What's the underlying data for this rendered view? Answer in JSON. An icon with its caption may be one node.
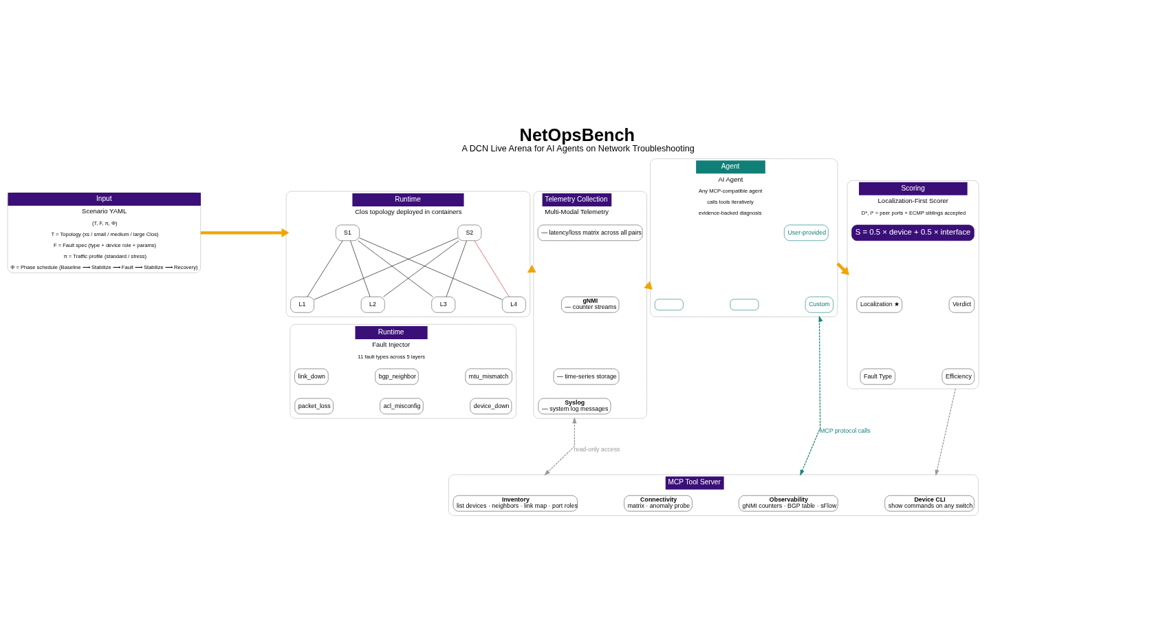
{
  "diagram": {
    "title": "NetOpsBench",
    "caption": "A DCN Live Arena for AI Agents on Network Troubleshooting",
    "nodes": [
      {
        "text": [
          "Input",
          "Scenario YAML",
          "(T, F, π, Φ)",
          "T = Topology (xs / small / medium / large Clos)",
          "F = Fault spec (type + device role + params)",
          "π = Traffic profile (standard / stress)",
          "Φ = Phase schedule (Baseline ⟶ Stabilize ⟶ Fault ⟶ Stabilize ⟶ Recovery)"
        ]
      },
      {
        "text": [
          "Runtime",
          "Clos topology deployed in containers"
        ]
      },
      {
        "text": [
          "S1"
        ],
        "in": 1
      },
      {
        "text": [
          "S2"
        ],
        "in": 1
      },
      {
        "text": [
          "L1"
        ],
        "in": 1
      },
      {
        "text": [
          "L2"
        ],
        "in": 1
      },
      {
        "text": [
          "L3"
        ],
        "in": 1
      },
      {
        "text": [
          "L4"
        ],
        "in": 1
      },
      {
        "text": [
          "Runtime",
          "Fault Injector",
          "11 fault types across 5 layers"
        ]
      },
      {
        "text": [
          "link_down"
        ],
        "in": 8
      },
      {
        "text": [
          "bgp_neighbor"
        ],
        "in": 8
      },
      {
        "text": [
          "mtu_mismatch"
        ],
        "in": 8
      },
      {
        "text": [
          "packet_loss"
        ],
        "in": 8
      },
      {
        "text": [
          "acl_misconfig"
        ],
        "in": 8
      },
      {
        "text": [
          "device_down"
        ],
        "in": 8
      },
      {
        "text": [
          "Telemetry Collection",
          "Multi-Modal Telemetry"
        ]
      },
      {
        "text": [
          "— latency/loss matrix across all pairs"
        ],
        "in": 15
      },
      {
        "text": [
          "gNMI",
          "— counter streams"
        ],
        "in": 15
      },
      {
        "text": [
          "— time-series storage"
        ],
        "in": 15
      },
      {
        "text": [
          "Syslog",
          "— system log messages"
        ],
        "in": 15
      },
      {
        "text": [
          "Agent",
          "AI Agent",
          "Any MCP-compatible agent",
          "calls tools iteratively",
          "evidence-backed diagnosis"
        ]
      },
      {
        "text": [
          "User-provided"
        ],
        "in": 20
      },
      {
        "text": [],
        "shape": "box",
        "in": 20
      },
      {
        "text": [],
        "shape": "box",
        "in": 20
      },
      {
        "text": [
          "Custom"
        ],
        "in": 20
      },
      {
        "text": [
          "Scoring",
          "Localization-First Scorer",
          "D*, I* = peer ports + ECMP siblings accepted"
        ]
      },
      {
        "text": [
          "S = 0.5 × device + 0.5 × interface"
        ],
        "in": 25
      },
      {
        "text": [
          "Localization ★"
        ],
        "in": 25
      },
      {
        "text": [
          "Verdict"
        ],
        "in": 25
      },
      {
        "text": [
          "Fault Type"
        ],
        "in": 25
      },
      {
        "text": [
          "Efficiency"
        ],
        "in": 25
      },
      {
        "text": [
          "MCP Tool Server"
        ]
      },
      {
        "text": [
          "Inventory",
          "list devices · neighbors · link map · port roles"
        ],
        "in": 31
      },
      {
        "text": [
          "Connectivity",
          "matrix · anomaly probe"
        ],
        "in": 31
      },
      {
        "text": [
          "Observability",
          "gNMI counters · BGP table · sFlow"
        ],
        "in": 31
      },
      {
        "text": [
          "Device CLI",
          "show commands on any switch"
        ],
        "in": 31
      }
    ],
    "edges": [
      {
        "from": 0,
        "to": 1,
        "arrow": "to",
        "style": "thick",
        "color": "#f0a500"
      },
      {
        "from": 1,
        "to": 15,
        "arrow": "to",
        "style": "thick",
        "color": "#f0a500"
      },
      {
        "from": 15,
        "to": 20,
        "arrow": "to",
        "style": "thick",
        "color": "#f0a500"
      },
      {
        "from": 20,
        "to": 25,
        "arrow": "to",
        "style": "thick",
        "color": "#f0a500"
      },
      {
        "from": 2,
        "to": 4,
        "arrow": "none"
      },
      {
        "from": 2,
        "to": 5,
        "arrow": "none"
      },
      {
        "from": 2,
        "to": 6,
        "arrow": "none"
      },
      {
        "from": 2,
        "to": 7,
        "arrow": "none"
      },
      {
        "from": 3,
        "to": 4,
        "arrow": "none"
      },
      {
        "from": 3,
        "to": 5,
        "arrow": "none"
      },
      {
        "from": 3,
        "to": 6,
        "arrow": "none"
      },
      {
        "from": 3,
        "to": 7,
        "arrow": "none",
        "color": "#e02020"
      },
      {
        "from": 15,
        "to": 31,
        "arrow": "both",
        "style": "dashed",
        "color": "#9a9a9a",
        "label": "read-only access"
      },
      {
        "from": 20,
        "to": 31,
        "arrow": "both",
        "style": "dashed",
        "color": "#13857c",
        "label": "MCP protocol calls"
      },
      {
        "from": 25,
        "to": 31,
        "arrow": "to",
        "style": "dashed",
        "color": "#9a9a9a"
      }
    ]
  }
}
